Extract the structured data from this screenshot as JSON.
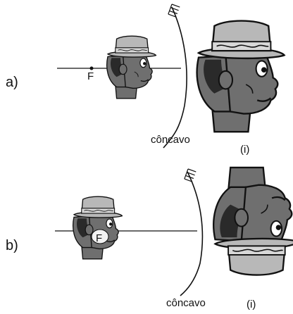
{
  "parts": [
    {
      "label": "a)",
      "focus_label": "F",
      "mirror_label": "côncavo",
      "image_label": "(i)",
      "image_orientation": "upright"
    },
    {
      "label": "b)",
      "focus_label": "F",
      "mirror_label": "côncavo",
      "image_label": "(i)",
      "image_orientation": "inverted"
    }
  ],
  "colors": {
    "line": "#111111",
    "hat": "#b8b8b8",
    "hat_band": "#d8d8d8",
    "skin": "#6f6f6f",
    "hair": "#2a2a2a",
    "eye": "#ffffff"
  },
  "icons": [
    "concave-mirror-icon",
    "object-head-icon",
    "image-head-icon"
  ]
}
